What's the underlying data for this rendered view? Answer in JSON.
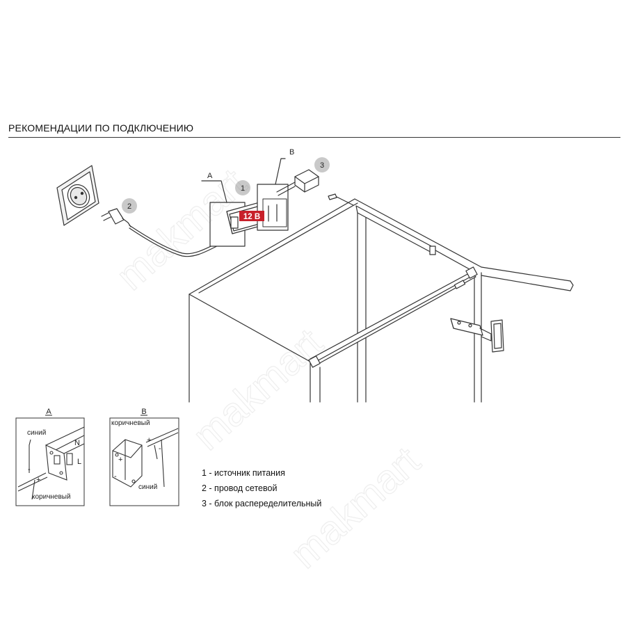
{
  "section_title": "РЕКОМЕНДАЦИИ ПО ПОДКЛЮЧЕНИЮ",
  "callouts": {
    "a": "A",
    "b": "B",
    "n1": "1",
    "n2": "2",
    "n3": "3",
    "voltage": "12 B"
  },
  "detail_a": {
    "title": "A",
    "wire_blue": "синий",
    "wire_brown": "коричневый",
    "term_n": "N",
    "term_l": "L",
    "minus": "-",
    "plus": "+"
  },
  "detail_b": {
    "title": "B",
    "wire_brown": "коричневый",
    "wire_blue": "синий",
    "plus_left": "+",
    "minus_left": "-",
    "plus_right": "+",
    "minus_right": "-"
  },
  "legend": [
    {
      "text": "1 - источник питания"
    },
    {
      "text": "2 - провод сетевой"
    },
    {
      "text": "3 - блок распеределительный"
    }
  ],
  "watermark": "makmart",
  "colors": {
    "badge_red": "#c8202a",
    "callout_circle": "#c9c9c9",
    "line": "#333333"
  }
}
